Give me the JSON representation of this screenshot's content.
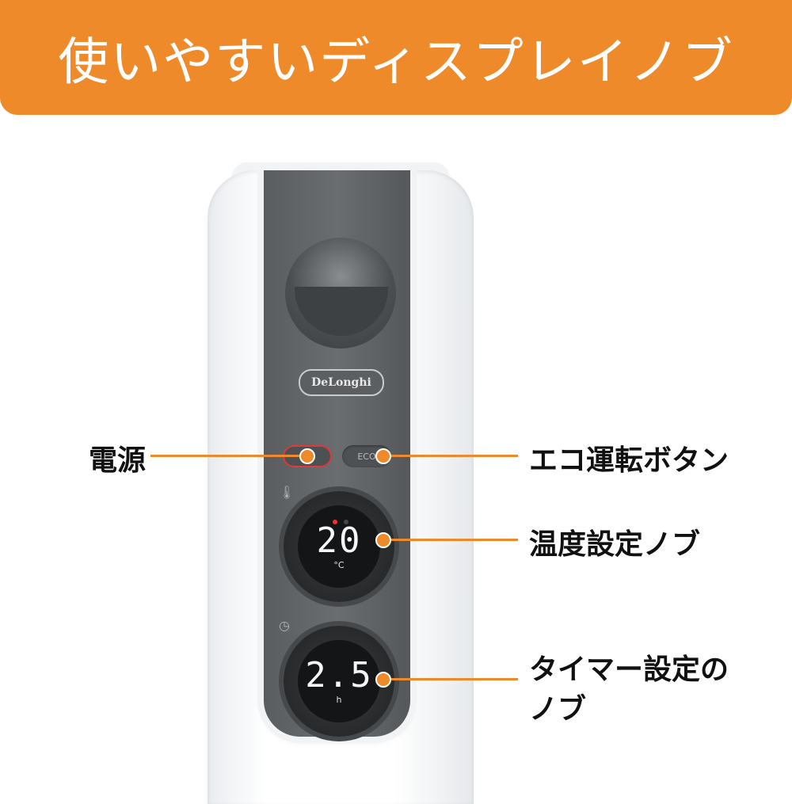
{
  "banner": {
    "title": "使いやすいディスプレイノブ"
  },
  "product": {
    "brand": "DeLonghi",
    "power_icon": "power-icon",
    "eco_label": "ECO",
    "temperature_value": "20",
    "temperature_unit": "°C",
    "timer_value": "2.5",
    "timer_unit": "h"
  },
  "callouts": {
    "power": "電源",
    "eco": "エコ運転ボタン",
    "temperature_knob": "温度設定ノブ",
    "timer_knob_line1": "タイマー設定の",
    "timer_knob_line2": "ノブ"
  },
  "colors": {
    "accent": "#ee8a2a",
    "panel": "#5f6265",
    "text": "#111111"
  }
}
